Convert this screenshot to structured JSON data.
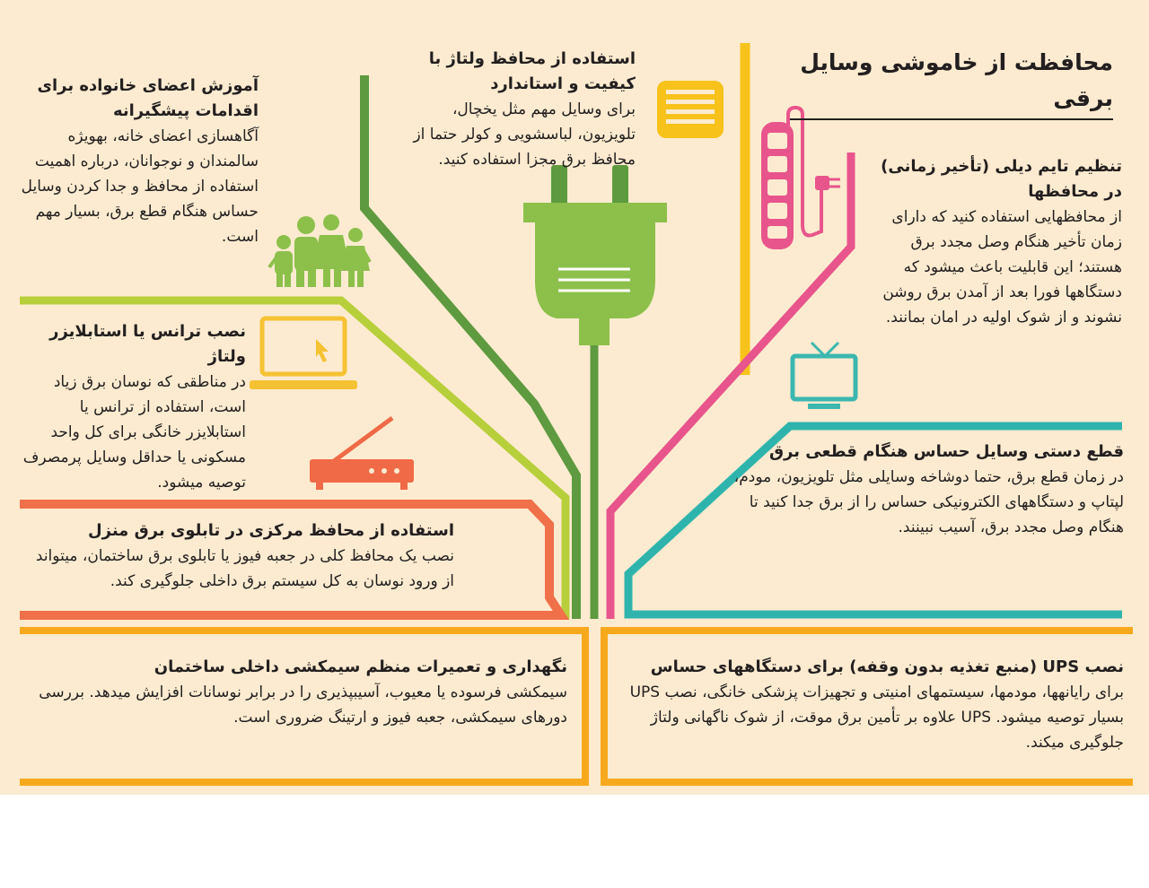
{
  "title": "محافظت از خاموشی وسایل برقی",
  "colors": {
    "background": "#fcebd0",
    "yellow": "#f7c21a",
    "green": "#5e9a3f",
    "lime": "#b8cf3c",
    "orange": "#f0704a",
    "pink": "#e8558c",
    "teal": "#2fb4ad",
    "plug": "#8cc04b",
    "tv": "#3bb7b0",
    "laptop": "#f5c233",
    "router": "#f06a47",
    "family": "#8cc04b"
  },
  "icons": [
    "power-strip-icon",
    "stabilizer-icon",
    "plug-icon",
    "family-icon",
    "laptop-icon",
    "tv-icon",
    "router-icon"
  ],
  "sections": {
    "timer": {
      "heading": "تنظیم تایم دیلی (تأخیر زمانی) در محافظها",
      "body": "از محافظهایی استفاده کنید که دارای زمان تأخیر هنگام وصل مجدد برق هستند؛ این قابلیت باعث میشود که دستگاهها فورا بعد از آمدن برق روشن نشوند و از شوک اولیه در امان بمانند."
    },
    "quality": {
      "heading": "استفاده از محافظ ولتاژ با کیفیت و استاندارد",
      "body": "برای وسایل مهم مثل یخچال، تلویزیون، لباسشویی و کولر حتما از محافظ برق مجزا استفاده کنید."
    },
    "family": {
      "heading": "آموزش اعضای خانواده برای اقدامات پیشگیرانه",
      "body": "آگاهسازی اعضای خانه، بهویژه سالمندان و نوجوانان، درباره اهمیت استفاده از محافظ و جدا کردن وسایل حساس هنگام قطع برق، بسیار مهم است."
    },
    "stabilizer": {
      "heading": "نصب ترانس یا استابلایزر ولتاژ",
      "body": "در مناطقی که نوسان برق زیاد است، استفاده از ترانس یا استابلایزر خانگی برای کل واحد مسکونی یا حداقل وسایل پرمصرف توصیه میشود."
    },
    "manual": {
      "heading": "قطع دستی وسایل حساس هنگام قطعی برق",
      "body": "در زمان قطع برق، حتما دوشاخه وسایلی مثل تلویزیون، مودم، لپتاپ و دستگاههای الکترونیکی حساس را از برق جدا کنید تا هنگام وصل مجدد برق، آسیب نبینند."
    },
    "central": {
      "heading": "استفاده از محافظ مرکزی در تابلوی برق منزل",
      "body": "نصب یک محافظ کلی در جعبه فیوز یا تابلوی برق ساختمان، میتواند از ورود نوسان به کل سیستم برق داخلی جلوگیری کند."
    },
    "ups": {
      "heading": "نصب UPS (منبع تغذیه بدون وقفه) برای دستگاههای حساس",
      "body": "برای رایانهها، مودمها، سیستمهای امنیتی و تجهیزات پزشکی خانگی، نصب UPS بسیار توصیه میشود. UPS علاوه بر تأمین برق موقت، از شوک ناگهانی ولتاژ جلوگیری میکند."
    },
    "wiring": {
      "heading": "نگهداری و تعمیرات منظم سیمکشی داخلی ساختمان",
      "body": "سیمکشی فرسوده یا معیوب، آسیبپذیری را در برابر نوسانات افزایش میدهد. بررسی دورهای سیمکشی، جعبه فیوز و ارتینگ ضروری است."
    }
  }
}
